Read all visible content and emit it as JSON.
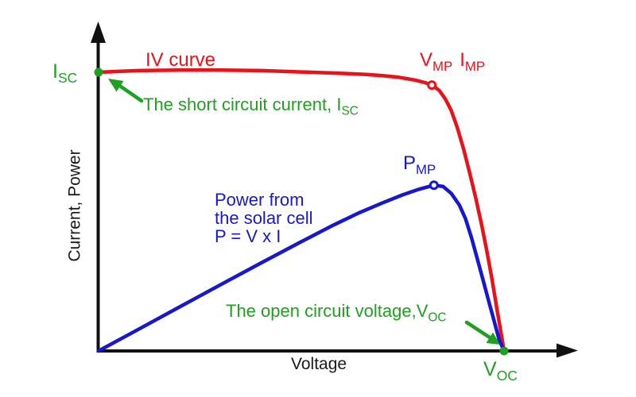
{
  "colors": {
    "red": "#e8121a",
    "green": "#20a020",
    "blue": "#1717d1",
    "axis": "#111111",
    "text": "#1a1a1a"
  },
  "labels": {
    "iv_curve": "IV curve",
    "vmp": {
      "base": "V",
      "sub": "MP"
    },
    "imp": {
      "base": "I",
      "sub": "MP"
    },
    "pmp": {
      "base": "P",
      "sub": "MP"
    },
    "isc_axis": {
      "base": "I",
      "sub": "SC"
    },
    "voc_axis": {
      "base": "V",
      "sub": "OC"
    },
    "short_circuit_note": {
      "text": "The short circuit current, ",
      "symbol": "I",
      "sub": "SC"
    },
    "open_circuit_note": {
      "text": "The open circuit voltage,",
      "symbol": "V",
      "sub": "OC"
    },
    "power_note_lines": [
      "Power from",
      "the solar cell",
      "P = V x I"
    ]
  },
  "chart_data": {
    "type": "line",
    "xlabel": "Voltage",
    "ylabel": "Current, Power",
    "grid": false,
    "axis_tick_labels": false,
    "x_unit": "fraction of open-circuit voltage Voc",
    "y_unit": "fraction of short-circuit current Isc",
    "xlim": [
      0,
      1.18
    ],
    "ylim": [
      0,
      1.18
    ],
    "series": [
      {
        "name": "IV curve",
        "color": "#e8121a",
        "points": [
          [
            0.0,
            1.0
          ],
          [
            0.05,
            1.003
          ],
          [
            0.1,
            1.006
          ],
          [
            0.2,
            1.008
          ],
          [
            0.3,
            1.008
          ],
          [
            0.4,
            1.006
          ],
          [
            0.5,
            1.001
          ],
          [
            0.6,
            0.996
          ],
          [
            0.66,
            0.992
          ],
          [
            0.7,
            0.988
          ],
          [
            0.74,
            0.982
          ],
          [
            0.78,
            0.972
          ],
          [
            0.805,
            0.963
          ],
          [
            0.822,
            0.954
          ],
          [
            0.84,
            0.935
          ],
          [
            0.855,
            0.905
          ],
          [
            0.87,
            0.862
          ],
          [
            0.885,
            0.8
          ],
          [
            0.9,
            0.726
          ],
          [
            0.915,
            0.64
          ],
          [
            0.93,
            0.55
          ],
          [
            0.945,
            0.45
          ],
          [
            0.958,
            0.355
          ],
          [
            0.97,
            0.26
          ],
          [
            0.982,
            0.155
          ],
          [
            0.992,
            0.07
          ],
          [
            1.0,
            0.0
          ]
        ]
      },
      {
        "name": "Power from the solar cell P = V x I",
        "color": "#1717d1",
        "points": [
          [
            0.0,
            0.0
          ],
          [
            0.1,
            0.079
          ],
          [
            0.2,
            0.158
          ],
          [
            0.3,
            0.237
          ],
          [
            0.4,
            0.315
          ],
          [
            0.5,
            0.392
          ],
          [
            0.58,
            0.452
          ],
          [
            0.64,
            0.494
          ],
          [
            0.7,
            0.531
          ],
          [
            0.75,
            0.56
          ],
          [
            0.79,
            0.58
          ],
          [
            0.827,
            0.595
          ],
          [
            0.85,
            0.59
          ],
          [
            0.87,
            0.565
          ],
          [
            0.89,
            0.523
          ],
          [
            0.905,
            0.475
          ],
          [
            0.92,
            0.405
          ],
          [
            0.935,
            0.325
          ],
          [
            0.95,
            0.245
          ],
          [
            0.962,
            0.18
          ],
          [
            0.975,
            0.11
          ],
          [
            0.988,
            0.04
          ],
          [
            1.0,
            0.0
          ]
        ]
      }
    ],
    "markers": [
      {
        "name": "Isc",
        "x": 0.0,
        "y": 1.0,
        "style": "filled",
        "color": "#20a020"
      },
      {
        "name": "Vmp-Imp",
        "x": 0.822,
        "y": 0.954,
        "style": "open",
        "color": "#e8121a"
      },
      {
        "name": "Pmp",
        "x": 0.827,
        "y": 0.595,
        "style": "open",
        "color": "#1717d1"
      },
      {
        "name": "Voc",
        "x": 1.0,
        "y": 0.0,
        "style": "filled",
        "color": "#20a020"
      }
    ]
  }
}
